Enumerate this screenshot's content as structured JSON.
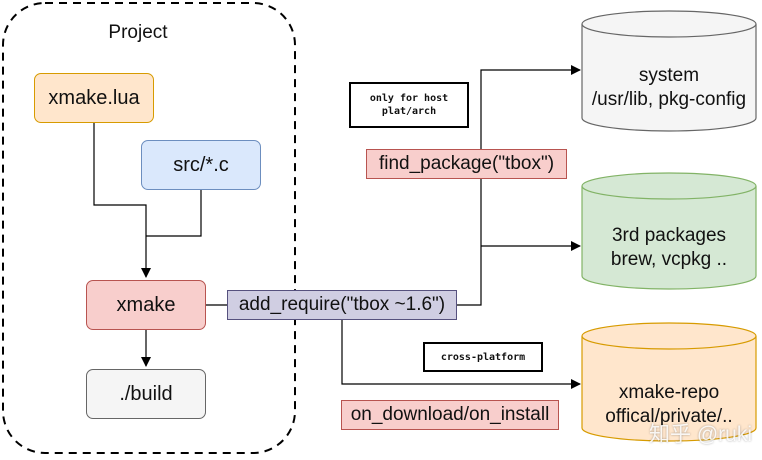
{
  "project": {
    "title": "Project"
  },
  "nodes": {
    "xmake_lua": "xmake.lua",
    "src": "src/*.c",
    "xmake": "xmake",
    "build": "./build"
  },
  "edges": {
    "add_require": "add_require(\"tbox ~1.6\")",
    "find_package": "find_package(\"tbox\")",
    "on_download": "on_download/on_install"
  },
  "notes": {
    "host_line1": "only for host",
    "host_line2": "plat/arch",
    "cross": "cross-platform"
  },
  "targets": {
    "system_line1": "system",
    "system_line2": "/usr/lib, pkg-config",
    "third_line1": "3rd packages",
    "third_line2": "brew, vcpkg ..",
    "repo_line1": "xmake-repo",
    "repo_line2": "offical/private/.."
  },
  "watermark": "知乎 @ruki"
}
